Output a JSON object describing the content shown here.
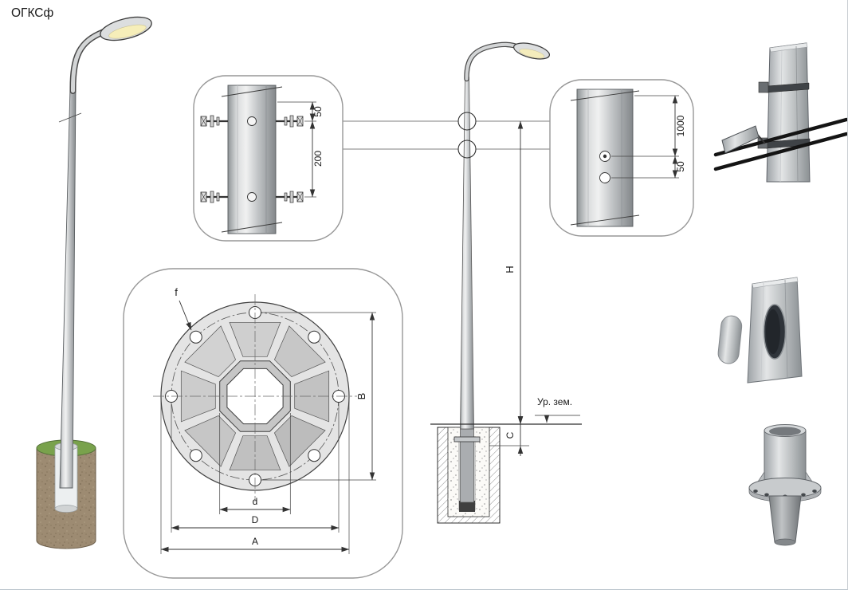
{
  "title": "ОГКСф",
  "detail_top": {
    "dim_offset": "50",
    "dim_spacing": "200"
  },
  "detail_side": {
    "dim_height": "1000",
    "dim_offset": "50"
  },
  "flange": {
    "label_hole": "f",
    "label_b": "B",
    "label_d": "d",
    "label_dd": "D",
    "label_a": "A"
  },
  "elevation": {
    "label_height": "H",
    "label_embed": "C",
    "label_ground": "Ур. зем."
  },
  "colors": {
    "line": "#333333",
    "metal_light": "#f0f1f1",
    "metal_dark": "#83878a",
    "grass": "#79a24c",
    "soil": "#9d8b72",
    "box_border": "#979797"
  }
}
